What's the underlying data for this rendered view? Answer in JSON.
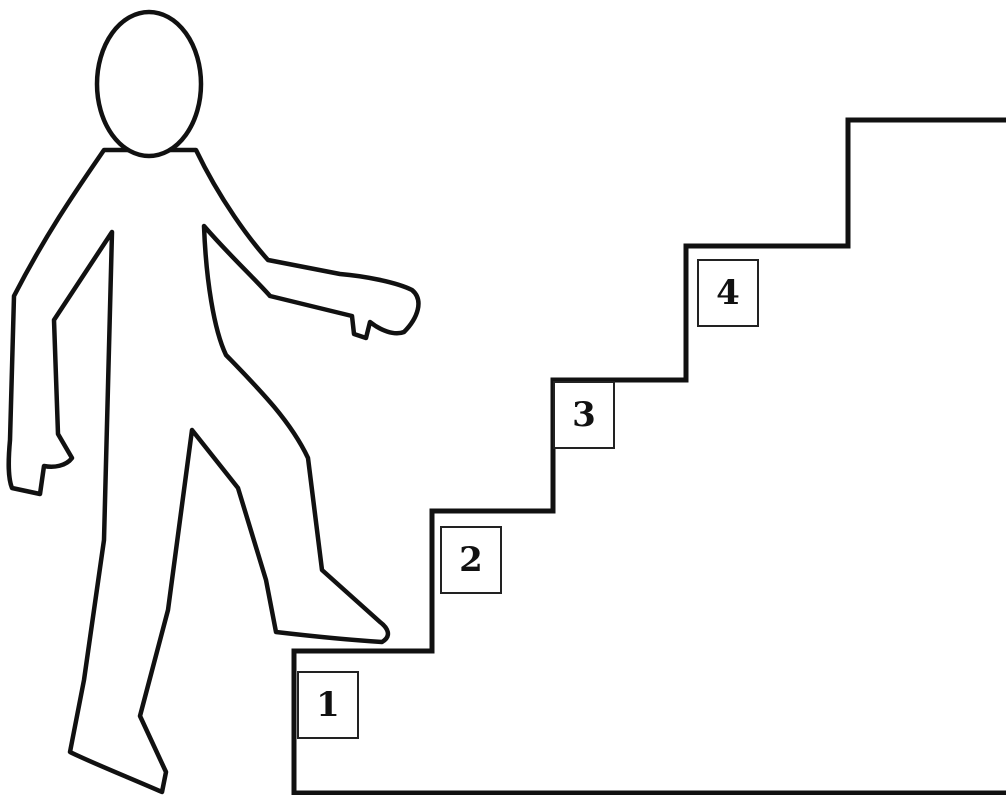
{
  "steps": [
    {
      "label": "1"
    },
    {
      "label": "2"
    },
    {
      "label": "3"
    },
    {
      "label": "4"
    }
  ],
  "colors": {
    "line": "#111111",
    "background": "#ffffff"
  }
}
